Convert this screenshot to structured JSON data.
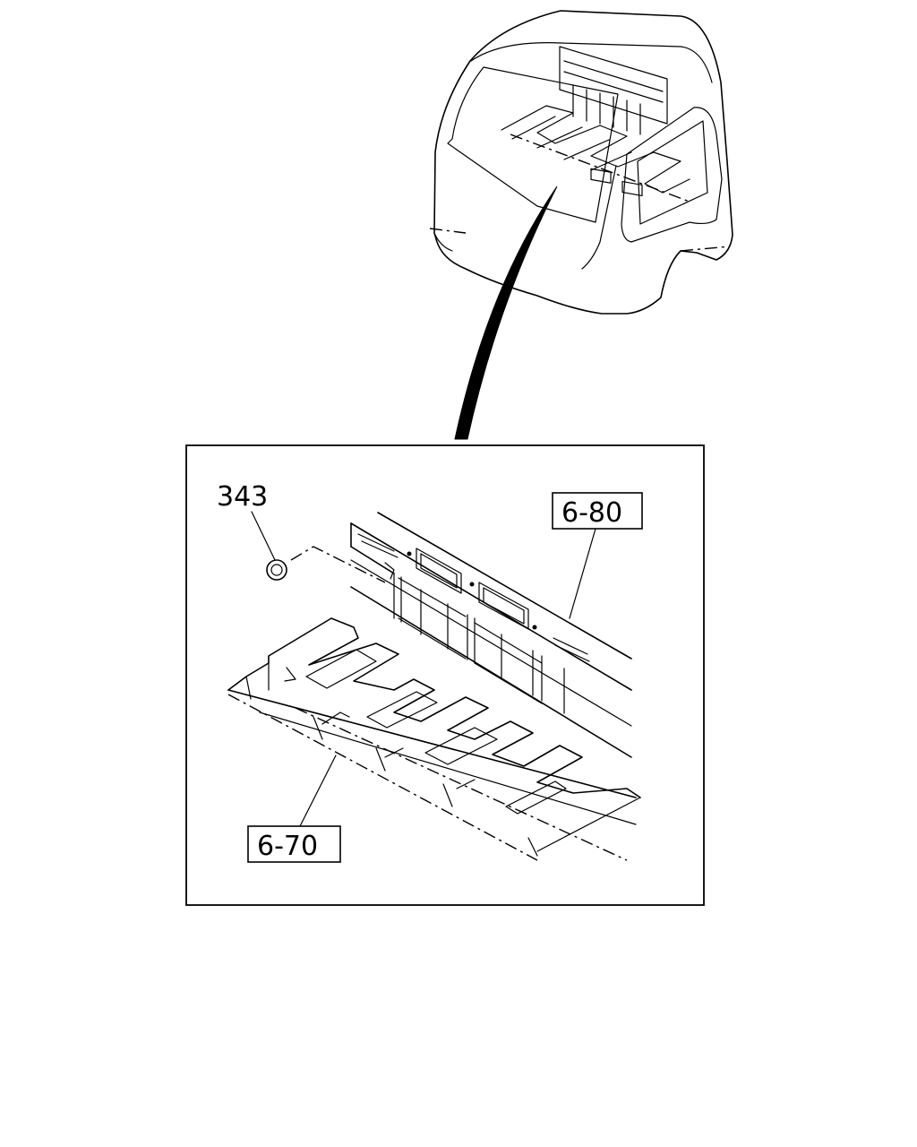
{
  "labels": {
    "part_number": "343",
    "ref_upper": "6-80",
    "ref_lower": "6-70"
  }
}
